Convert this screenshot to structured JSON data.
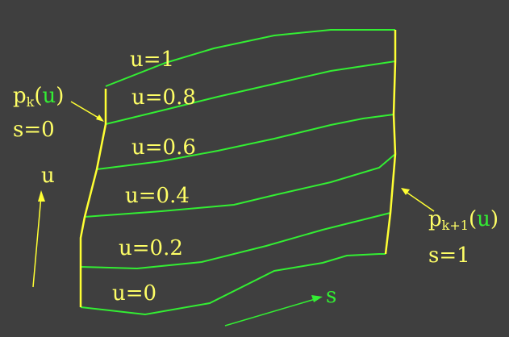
{
  "colors": {
    "background": "#3f3f3f",
    "boundary": "#ffff33",
    "isoline": "#33ee33",
    "label": "#ffff66",
    "param": "#33ee33"
  },
  "isolines": [
    {
      "label": "u=1"
    },
    {
      "label": "u=0.8"
    },
    {
      "label": "u=0.6"
    },
    {
      "label": "u=0.4"
    },
    {
      "label": "u=0.2"
    },
    {
      "label": "u=0"
    }
  ],
  "left_curve": {
    "name_base": "p",
    "name_sub": "k",
    "open_paren": "(",
    "param": "u",
    "close_paren": ")",
    "s_label": "s=0"
  },
  "right_curve": {
    "name_base": "p",
    "name_sub": "k+1",
    "open_paren": "(",
    "param": "u",
    "close_paren": ")",
    "s_label": "s=1"
  },
  "axes": {
    "u_label": "u",
    "s_label": "s"
  }
}
